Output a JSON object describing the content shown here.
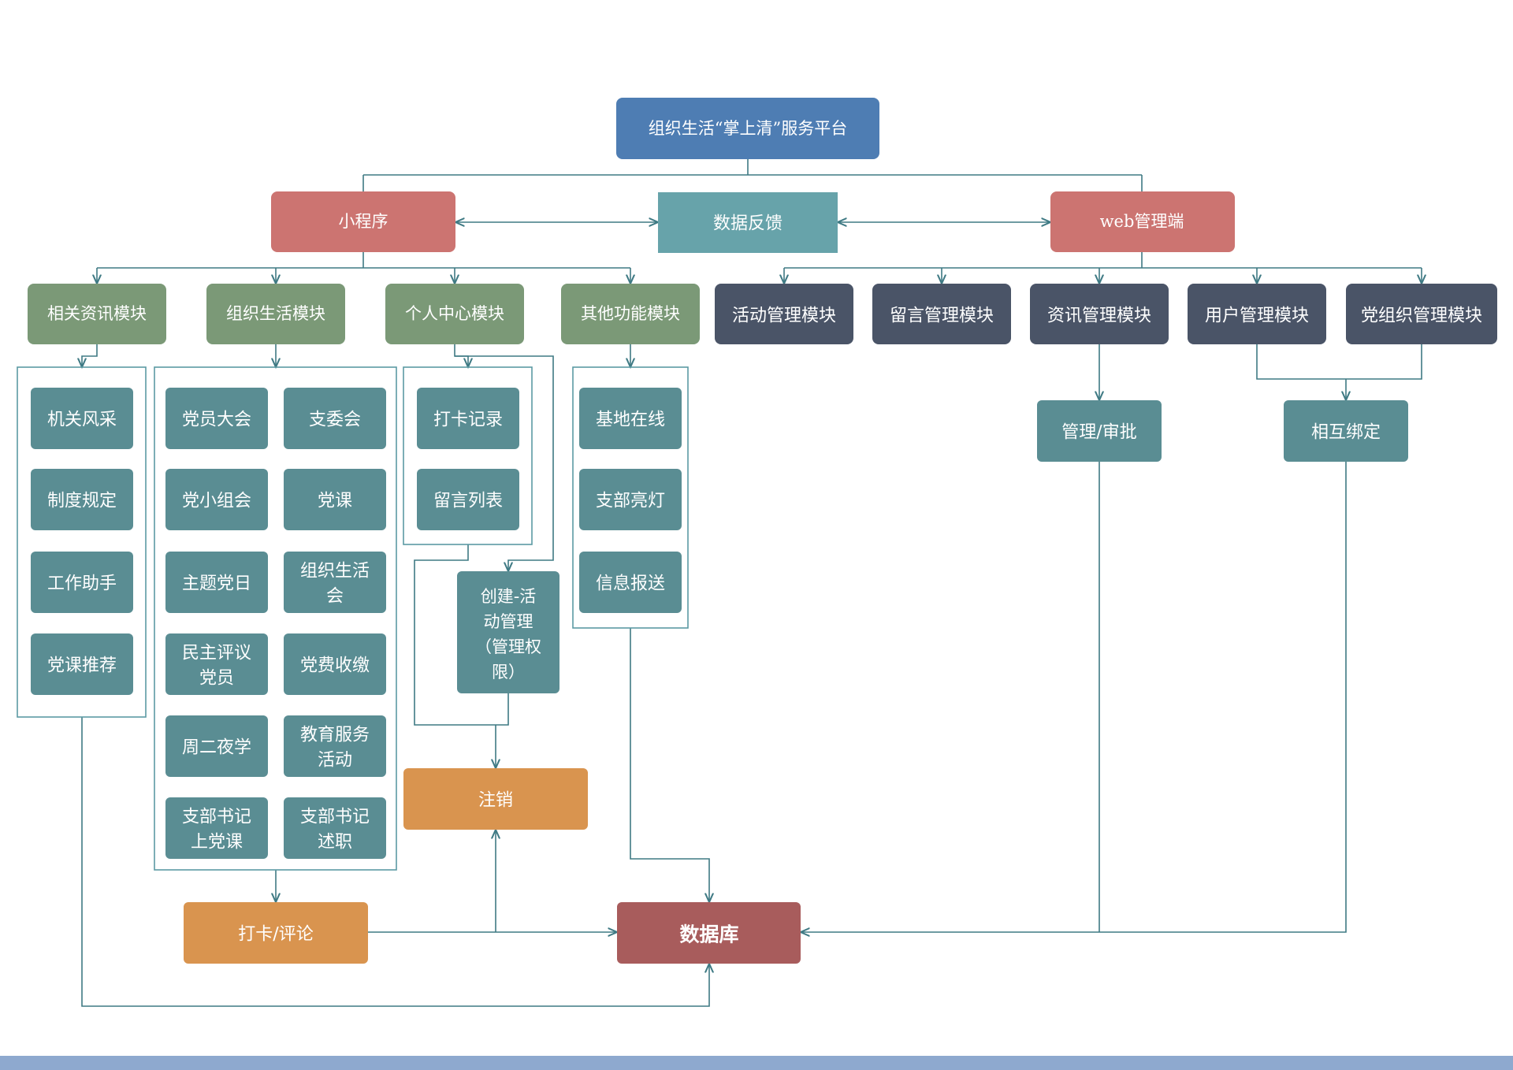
{
  "root": {
    "label": "组织生活“掌上清”服务平台",
    "color": "#4e7db3"
  },
  "tier1": {
    "miniprogram": {
      "label": "小程序",
      "color": "#cc7471"
    },
    "feedback": {
      "label": "数据反馈",
      "color": "#67a3aa"
    },
    "web": {
      "label": "web管理端",
      "color": "#cc7471"
    }
  },
  "mini_modules": [
    {
      "label": "相关资讯模块"
    },
    {
      "label": "组织生活模块"
    },
    {
      "label": "个人中心模块"
    },
    {
      "label": "其他功能模块"
    }
  ],
  "web_modules": [
    {
      "label": "活动管理模块"
    },
    {
      "label": "留言管理模块"
    },
    {
      "label": "资讯管理模块"
    },
    {
      "label": "用户管理模块"
    },
    {
      "label": "党组织管理模块"
    }
  ],
  "info_items": [
    "机关风采",
    "制度规定",
    "工作助手",
    "党课推荐"
  ],
  "org_items": [
    [
      "党员大会"
    ],
    [
      "支委会"
    ],
    [
      "党小组会"
    ],
    [
      "党课"
    ],
    [
      "主题党日"
    ],
    [
      "组织生活",
      "会"
    ],
    [
      "民主评议",
      "党员"
    ],
    [
      "党费收缴"
    ],
    [
      "周二夜学"
    ],
    [
      "教育服务",
      "活动"
    ],
    [
      "支部书记",
      "上党课"
    ],
    [
      "支部书记",
      "述职"
    ]
  ],
  "personal_items": [
    "打卡记录",
    "留言列表"
  ],
  "create_activity": [
    "创建-活",
    "动管理",
    "（管理权",
    "限）"
  ],
  "other_items": [
    "基地在线",
    "支部亮灯",
    "信息报送"
  ],
  "approval": {
    "label": "管理/审批"
  },
  "binding": {
    "label": "相互绑定"
  },
  "logout": {
    "label": "注销",
    "color": "#d9944f"
  },
  "checkin": {
    "label": "打卡/评论",
    "color": "#d9944f"
  },
  "database": {
    "label": "数据库",
    "color": "#a85c5c"
  },
  "colors": {
    "module_green": "#7b9977",
    "web_dark": "#4a5467",
    "item_teal": "#5a8d93",
    "line": "#3f7a84",
    "footer": "#8ea9cf"
  }
}
